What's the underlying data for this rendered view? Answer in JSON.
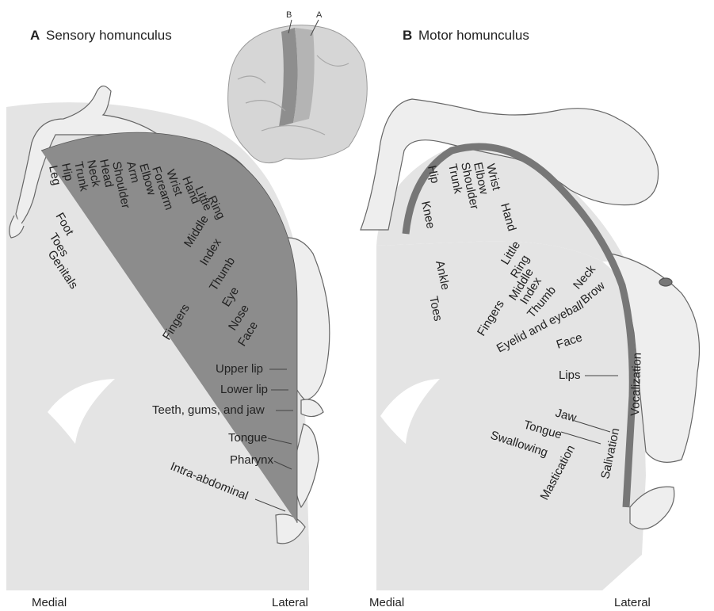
{
  "panelA": {
    "letter": "A",
    "title": "Sensory homunculus",
    "medial": "Medial",
    "lateral": "Lateral",
    "labels": [
      "Leg",
      "Hip",
      "Trunk",
      "Neck",
      "Head",
      "Shoulder",
      "Arm",
      "Elbow",
      "Forearm",
      "Wrist",
      "Hand",
      "Little",
      "Ring",
      "Middle",
      "Index",
      "Thumb",
      "Eye",
      "Nose",
      "Face",
      "Fingers",
      "Foot",
      "Toes",
      "Genitals",
      "Upper lip",
      "Lower lip",
      "Teeth, gums, and jaw",
      "Tongue",
      "Pharynx",
      "Intra-abdominal"
    ]
  },
  "panelB": {
    "letter": "B",
    "title": "Motor homunculus",
    "medial": "Medial",
    "lateral": "Lateral",
    "labels": [
      "Hip",
      "Trunk",
      "Shoulder",
      "Elbow",
      "Wrist",
      "Hand",
      "Knee",
      "Ankle",
      "Toes",
      "Little",
      "Ring",
      "Middle",
      "Index",
      "Thumb",
      "Neck",
      "Brow",
      "Fingers",
      "Eyelid and eyeball",
      "Face",
      "Lips",
      "Jaw",
      "Tongue",
      "Swallowing",
      "Vocalization",
      "Salivation",
      "Mastication"
    ]
  },
  "brainInset": {
    "markerA": "A",
    "markerB": "B"
  }
}
